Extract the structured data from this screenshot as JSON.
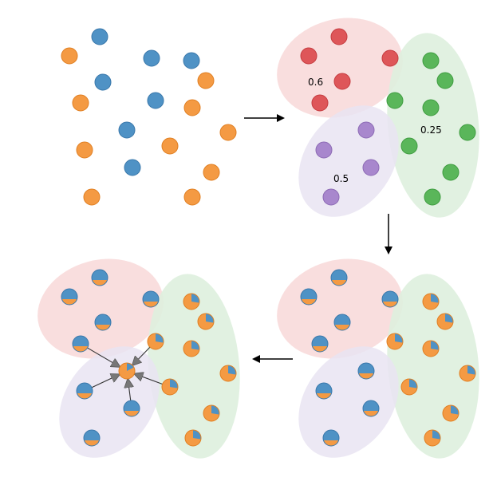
{
  "colors": {
    "blue": "#4f92c5",
    "blue_stroke": "#3a78ab",
    "orange": "#f49a43",
    "orange_stroke": "#e07f22",
    "red": "#de5659",
    "red_stroke": "#c53c40",
    "green": "#5ab65a",
    "green_stroke": "#3f9c40",
    "purple": "#a887cd",
    "purple_stroke": "#8c6ab4",
    "region_red": "#f9dede",
    "region_green": "#def0de",
    "region_purple": "#e9e4f2",
    "arrow": "#000000",
    "inner_arrow": "#666666"
  },
  "panel2_labels": {
    "red_cluster": "0.6",
    "green_cluster": "0.25",
    "purple_cluster": "0.5"
  },
  "flow_arrows": [
    "right",
    "down",
    "left"
  ]
}
